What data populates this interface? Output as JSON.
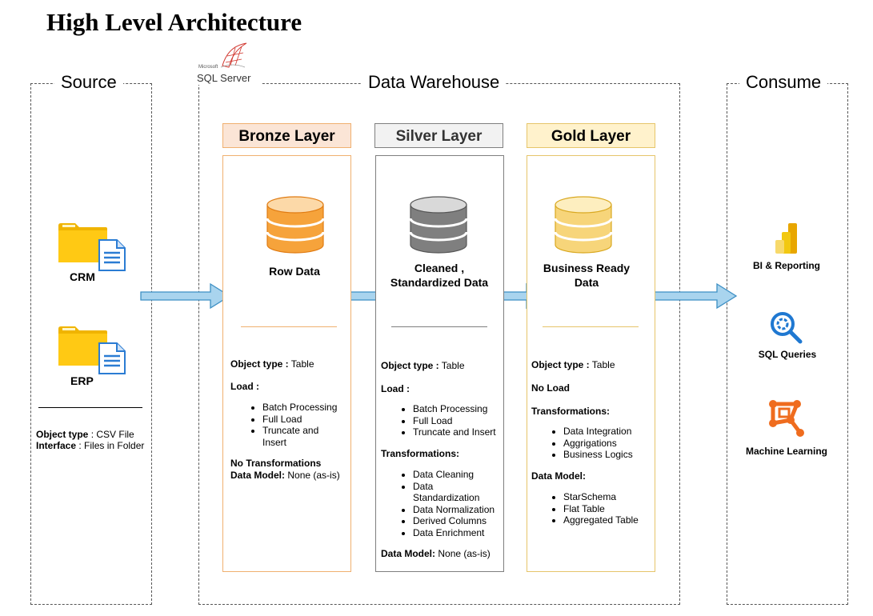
{
  "title": "High Level Architecture",
  "groups": {
    "source": "Source",
    "warehouse": "Data Warehouse",
    "consume": "Consume"
  },
  "sql_server_logo": {
    "small_text": "Microsoft",
    "text": "SQL Server"
  },
  "source": {
    "items": [
      {
        "label": "CRM",
        "icon": "folder-document-icon"
      },
      {
        "label": "ERP",
        "icon": "folder-document-icon"
      }
    ],
    "object_type_label": "Object type",
    "object_type_value": " : CSV File",
    "interface_label": "Interface",
    "interface_value": " : Files in Folder"
  },
  "layers": {
    "bronze": {
      "title": "Bronze Layer",
      "db_label": "Row Data",
      "object_type_label": "Object type :",
      "object_type_value": " Table",
      "load_label": "Load :",
      "load_items": [
        "Batch Processing",
        "Full Load",
        "Truncate and",
        "Insert"
      ],
      "transformations_label": "No Transformations",
      "data_model_label": "Data Model:",
      "data_model_value": " None (as-is)",
      "colors": {
        "head_bg": "#fbe5d6",
        "border": "#f0b070",
        "db": "#f6a33b"
      }
    },
    "silver": {
      "title": "Silver Layer",
      "db_label_1": "Cleaned ,",
      "db_label_2": "Standardized Data",
      "object_type_label": "Object type :",
      "object_type_value": " Table",
      "load_label": "Load :",
      "load_items": [
        "Batch Processing",
        "Full Load",
        "Truncate and Insert"
      ],
      "transformations_label": "Transformations:",
      "transform_items": [
        "Data Cleaning",
        "Data",
        "Standardization",
        "Data Normalization",
        "Derived Columns",
        "Data Enrichment"
      ],
      "data_model_label": "Data Model:",
      "data_model_value": " None (as-is)",
      "colors": {
        "head_bg": "#f2f2f2",
        "border": "#7f7f7f",
        "db": "#7f7f7f"
      }
    },
    "gold": {
      "title": "Gold Layer",
      "db_label_1": "Business Ready",
      "db_label_2": "Data",
      "object_type_label": "Object type :",
      "object_type_value": " Table",
      "load_label": "No Load",
      "transformations_label": "Transformations:",
      "transform_items": [
        "Data Integration",
        "Aggrigations",
        "Business Logics"
      ],
      "data_model_label": "Data Model:",
      "model_items": [
        "StarSchema",
        "Flat Table",
        "Aggregated Table"
      ],
      "colors": {
        "head_bg": "#fff2cc",
        "border": "#e6c56a",
        "db": "#f7d57a"
      }
    }
  },
  "consume": {
    "items": [
      {
        "label": "BI & Reporting",
        "icon": "power-bi-icon"
      },
      {
        "label": "SQL Queries",
        "icon": "search-query-icon"
      },
      {
        "label": "Machine Learning",
        "icon": "machine-learning-icon"
      }
    ]
  },
  "colors": {
    "arrow_fill": "#a9d4ee",
    "arrow_stroke": "#3d8fc4"
  }
}
